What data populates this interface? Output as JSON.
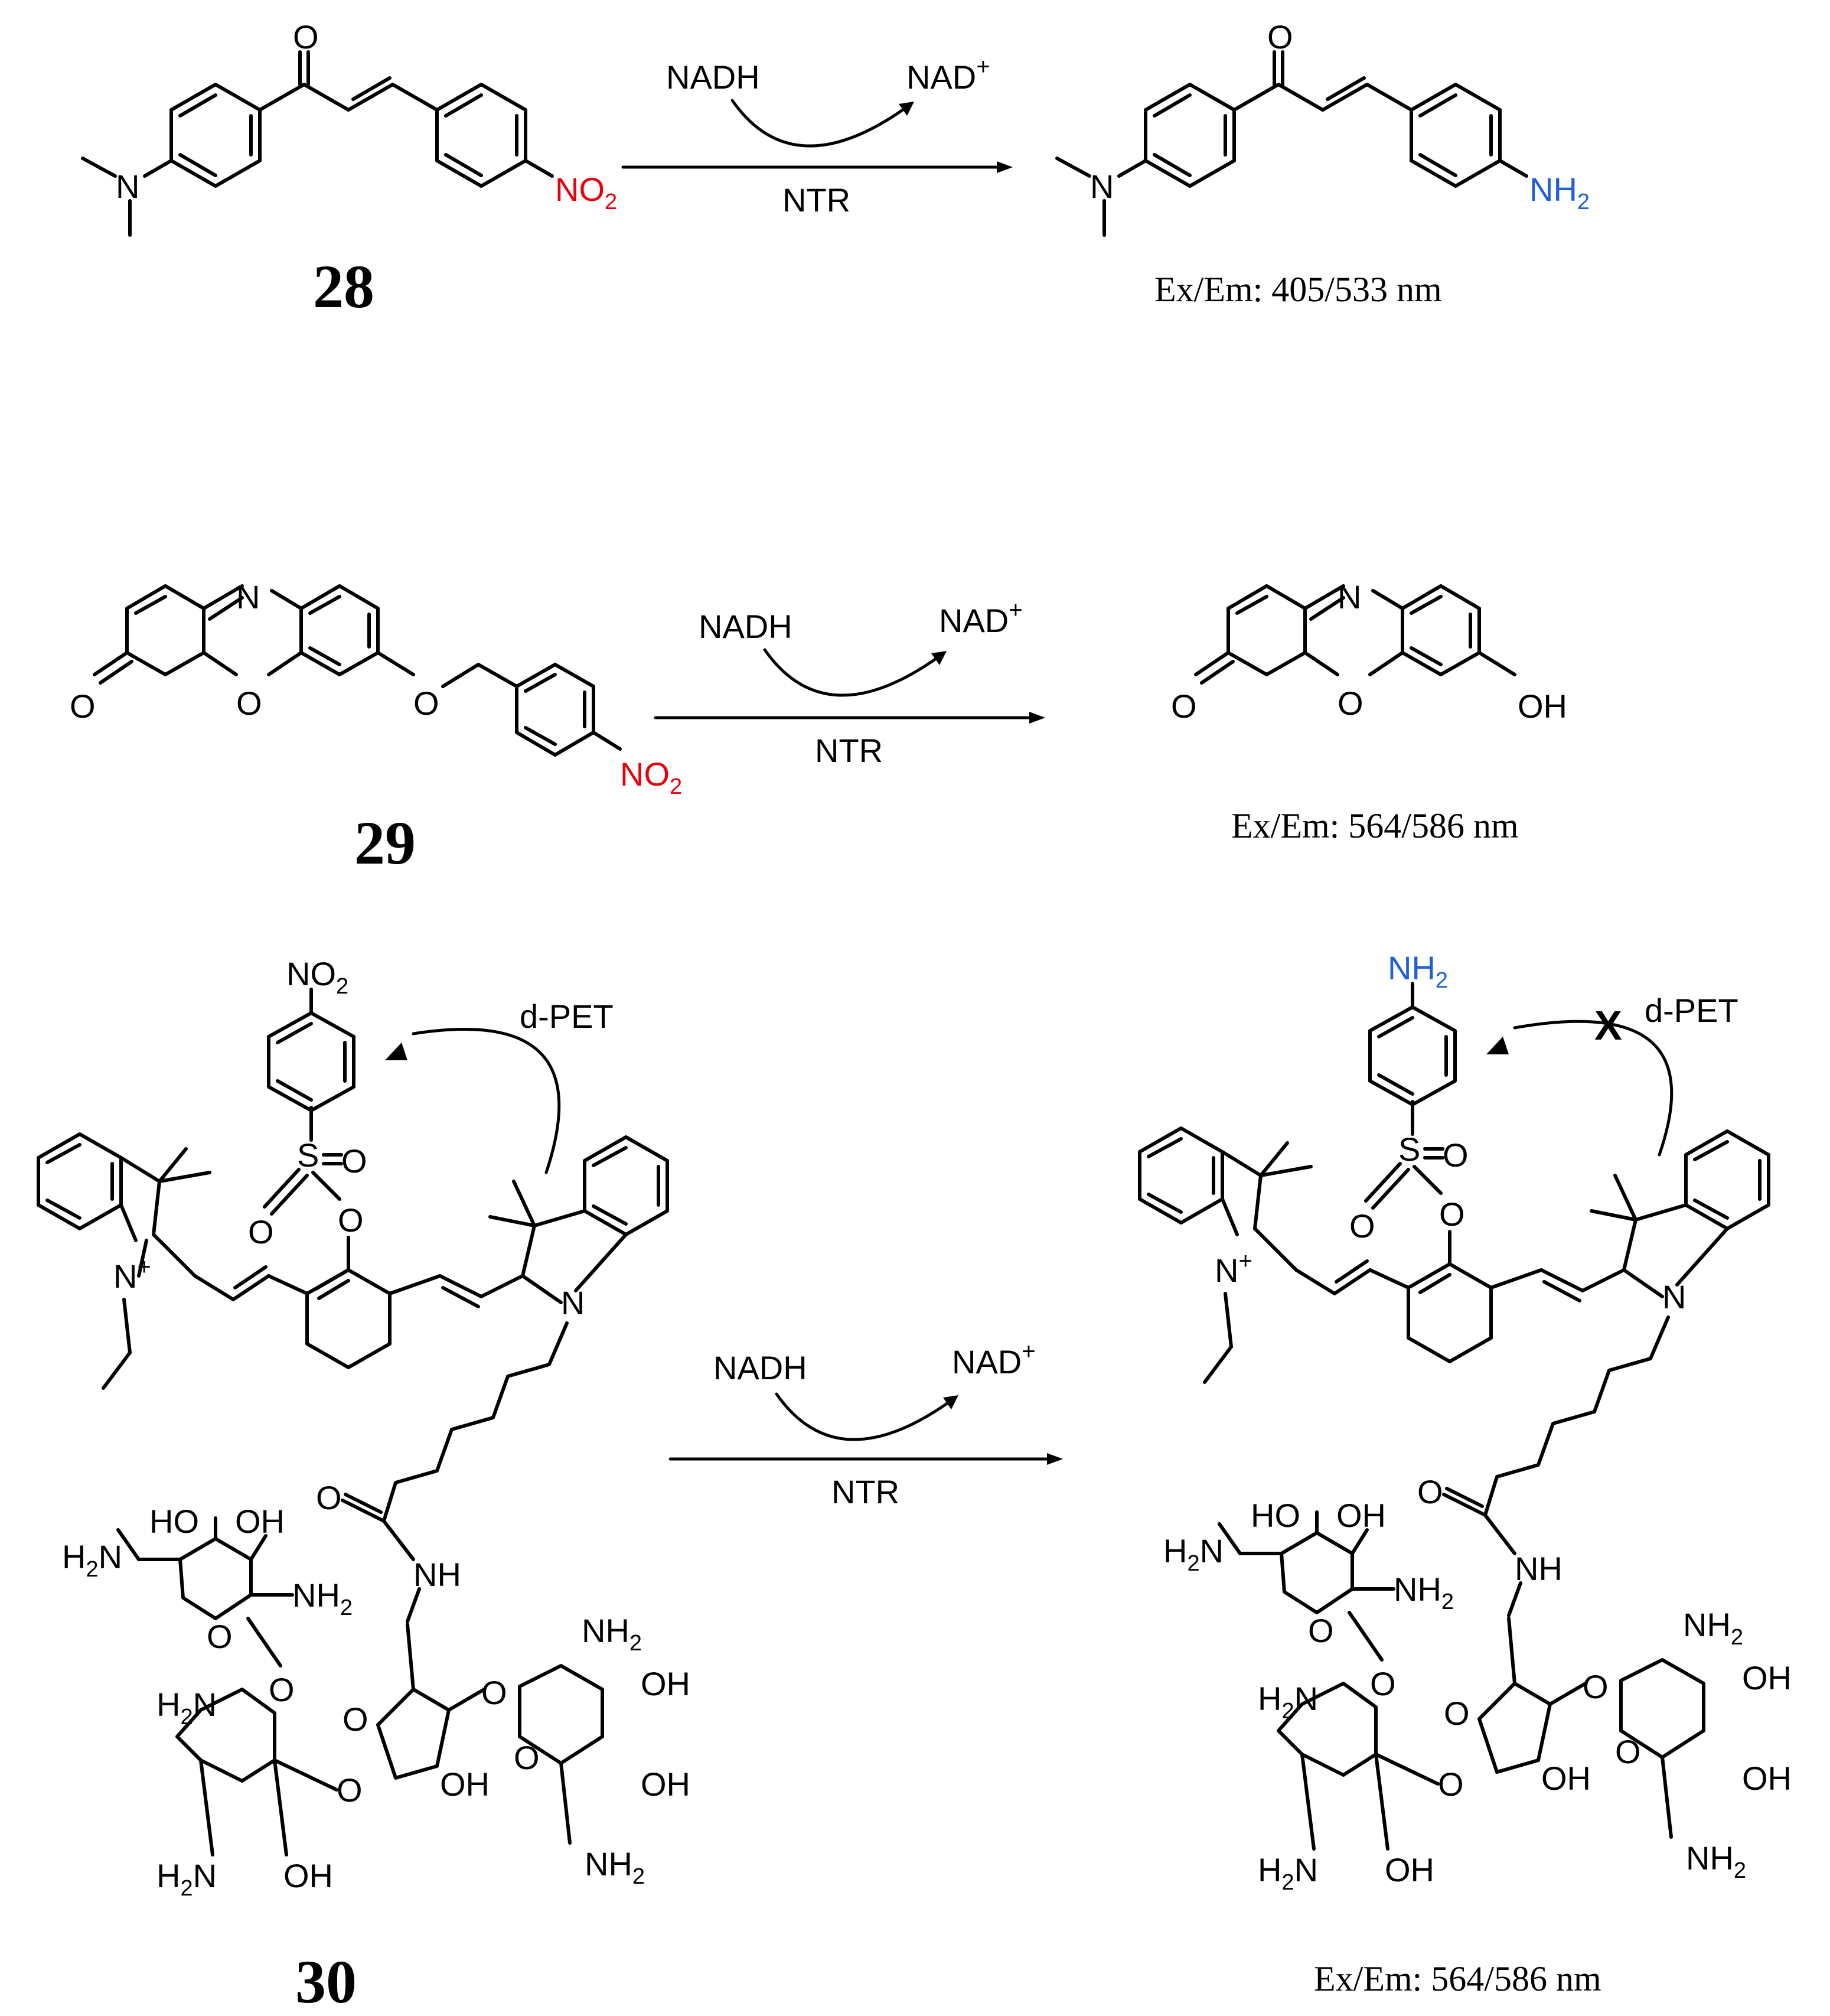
{
  "reactions": [
    {
      "compound_number": "28",
      "cofactor_in": "NADH",
      "cofactor_out_base": "NAD",
      "cofactor_out_charge": "+",
      "enzyme": "NTR",
      "substrate_group": "NO",
      "substrate_group_sub": "2",
      "product_group": "NH",
      "product_group_sub": "2",
      "ex_em": "Ex/Em: 405/533 nm"
    },
    {
      "compound_number": "29",
      "cofactor_in": "NADH",
      "cofactor_out_base": "NAD",
      "cofactor_out_charge": "+",
      "enzyme": "NTR",
      "substrate_group": "NO",
      "substrate_group_sub": "2",
      "product_group": "OH",
      "ex_em": "Ex/Em: 564/586 nm"
    },
    {
      "compound_number": "30",
      "cofactor_in": "NADH",
      "cofactor_out_base": "NAD",
      "cofactor_out_charge": "+",
      "enzyme": "NTR",
      "substrate_group": "NO",
      "substrate_group_sub": "2",
      "product_group": "NH",
      "product_group_sub": "2",
      "pet_label": "d-PET",
      "pet_blocked_mark": "X",
      "ex_em": "Ex/Em: 564/586 nm"
    }
  ],
  "atom_labels": {
    "N": "N",
    "O": "O",
    "S": "S",
    "OH": "OH",
    "HO": "HO",
    "NH": "NH",
    "NH2": "NH",
    "H2N": "H",
    "H2N_tail": "N",
    "sub2": "2",
    "plus": "+"
  },
  "colors": {
    "nitro": "#e8000b",
    "amine": "#1f5fd8",
    "ink": "#000000"
  }
}
